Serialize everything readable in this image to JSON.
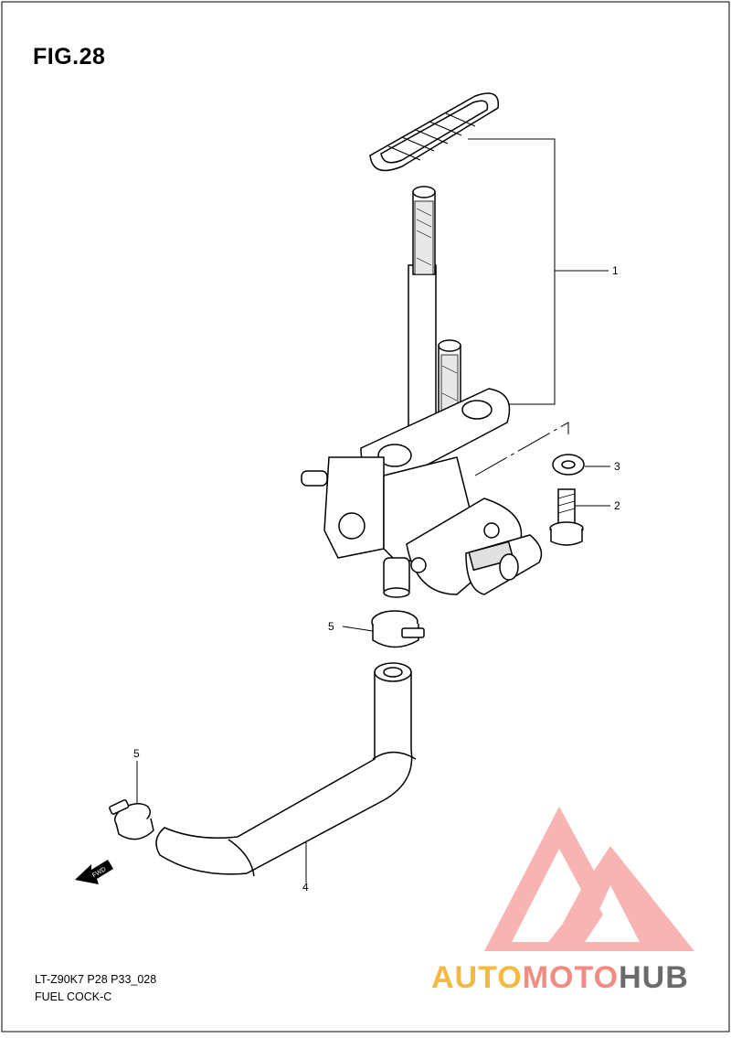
{
  "figure": {
    "title": "FIG.28"
  },
  "callouts": {
    "c1": "1",
    "c2": "2",
    "c3": "3",
    "c4": "4",
    "c5a": "5",
    "c5b": "5",
    "fwd": "FWD"
  },
  "footer": {
    "code": "LT-Z90K7 P28 P33_028",
    "name": "FUEL COCK-C"
  },
  "watermark": {
    "part1": "AUTO",
    "part2": "MOTO",
    "part3": "HUB",
    "colors": {
      "part1": "#f5b942",
      "part2": "#f28b82",
      "part3": "#6b6b6b",
      "logo": "#f4a0a0"
    }
  }
}
